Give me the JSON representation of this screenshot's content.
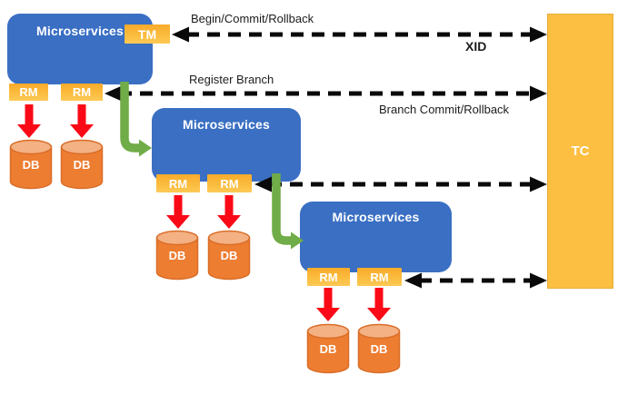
{
  "services": [
    {
      "label": "Microservices",
      "tm": "TM",
      "rms": [
        "RM",
        "RM"
      ],
      "dbs": [
        "DB",
        "DB"
      ]
    },
    {
      "label": "Microservices",
      "rms": [
        "RM",
        "RM"
      ],
      "dbs": [
        "DB",
        "DB"
      ]
    },
    {
      "label": "Microservices",
      "rms": [
        "RM",
        "RM"
      ],
      "dbs": [
        "DB",
        "DB"
      ]
    }
  ],
  "coordinator": {
    "label": "TC"
  },
  "edges": {
    "begin_commit_rollback": "Begin/Commit/Rollback",
    "xid": "XID",
    "register_branch": "Register Branch",
    "branch_commit_rollback": "Branch Commit/Rollback"
  },
  "colors": {
    "service_blue": "#3a6fc3",
    "connector_yellow": "#fbbc3e",
    "tc_yellow": "#fcbf42",
    "db_orange": "#ed7d31",
    "db_orange_light": "#f4b183",
    "arrow_red": "#fa0a16",
    "arrow_green": "#70ac47",
    "arrow_black": "#0a0a0a"
  }
}
